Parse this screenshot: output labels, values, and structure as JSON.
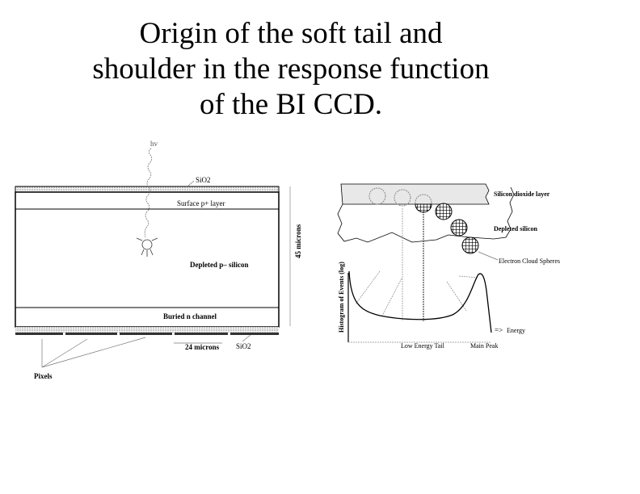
{
  "slide": {
    "title_lines": [
      "Origin of the soft tail and",
      "shoulder in the response function",
      "of the BI CCD."
    ]
  },
  "left_diagram": {
    "photon_label": "hv",
    "top_oxide_label": "SiO2",
    "surface_layer_label": "Surface p+ layer",
    "depleted_label": "Depleted p– silicon",
    "buried_channel_label": "Buried n channel",
    "thickness_label": "45 microns",
    "pixel_width_label": "24 microns",
    "bottom_oxide_label": "SiO2",
    "pixels_label": "Pixels"
  },
  "right_diagram": {
    "oxide_label": "Silicon dioxide layer",
    "depleted_label": "Depleted silicon",
    "clouds_label": "Electron Cloud Spheres",
    "y_axis_label": "Histogram of Events (log)",
    "x_axis_label": "Energy",
    "tail_label": "Low Energy Tail",
    "peak_label": "Main Peak"
  }
}
